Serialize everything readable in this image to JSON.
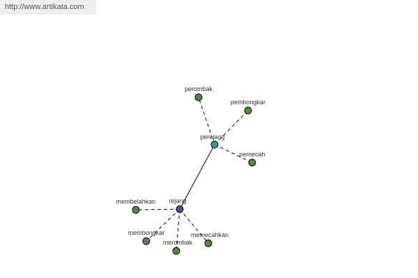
{
  "source_url": "http://www.artikata.com",
  "colors": {
    "leaf": "#4e8a3d",
    "hub_perejang": "#3d8fa6",
    "hub_rejang": "#4a4fa6"
  },
  "nodes": [
    {
      "id": "rejang",
      "label": "rejang",
      "kind": "hub_rejang"
    },
    {
      "id": "perejang",
      "label": "perejang",
      "kind": "hub_perejang"
    },
    {
      "id": "perombak",
      "label": "perombak",
      "kind": "leaf"
    },
    {
      "id": "pembongkar",
      "label": "pembongkar",
      "kind": "leaf"
    },
    {
      "id": "pemecah",
      "label": "pemecah",
      "kind": "leaf"
    },
    {
      "id": "membelahkan",
      "label": "membelahkan",
      "kind": "leaf"
    },
    {
      "id": "membongkar",
      "label": "membongkar",
      "kind": "leaf"
    },
    {
      "id": "merombak",
      "label": "merombak",
      "kind": "leaf"
    },
    {
      "id": "memecahkan",
      "label": "memecahkan",
      "kind": "leaf"
    }
  ],
  "edges": [
    {
      "from": "rejang",
      "to": "perejang",
      "style": "solid"
    },
    {
      "from": "perejang",
      "to": "perombak",
      "style": "dashed"
    },
    {
      "from": "perejang",
      "to": "pembongkar",
      "style": "dashed"
    },
    {
      "from": "perejang",
      "to": "pemecah",
      "style": "dashed"
    },
    {
      "from": "rejang",
      "to": "membelahkan",
      "style": "dashed"
    },
    {
      "from": "rejang",
      "to": "membongkar",
      "style": "dashed"
    },
    {
      "from": "rejang",
      "to": "merombak",
      "style": "dashed"
    },
    {
      "from": "rejang",
      "to": "memecahkan",
      "style": "dashed"
    }
  ]
}
